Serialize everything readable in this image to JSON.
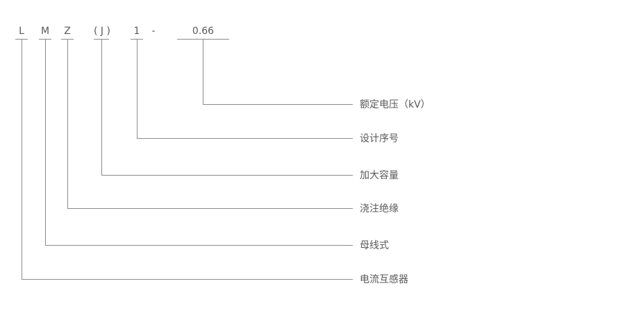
{
  "diagram": {
    "title_hint": "current transformer model designation breakdown",
    "colors": {
      "line": "#8a8a8a",
      "text": "#595959",
      "background": "#ffffff"
    },
    "code": {
      "parts": [
        {
          "text": "L"
        },
        {
          "text": "M"
        },
        {
          "text": "Z"
        },
        {
          "text": "( J )"
        },
        {
          "text": "1"
        },
        {
          "text": "0.66"
        }
      ],
      "separator": "-"
    },
    "callouts": [
      {
        "code": "0.66",
        "label": "额定电压（kV）"
      },
      {
        "code": "1",
        "label": "设计序号"
      },
      {
        "code": "( J )",
        "label": "加大容量"
      },
      {
        "code": "Z",
        "label": "浇注绝缘"
      },
      {
        "code": "M",
        "label": "母线式"
      },
      {
        "code": "L",
        "label": "电流互感器"
      }
    ]
  }
}
